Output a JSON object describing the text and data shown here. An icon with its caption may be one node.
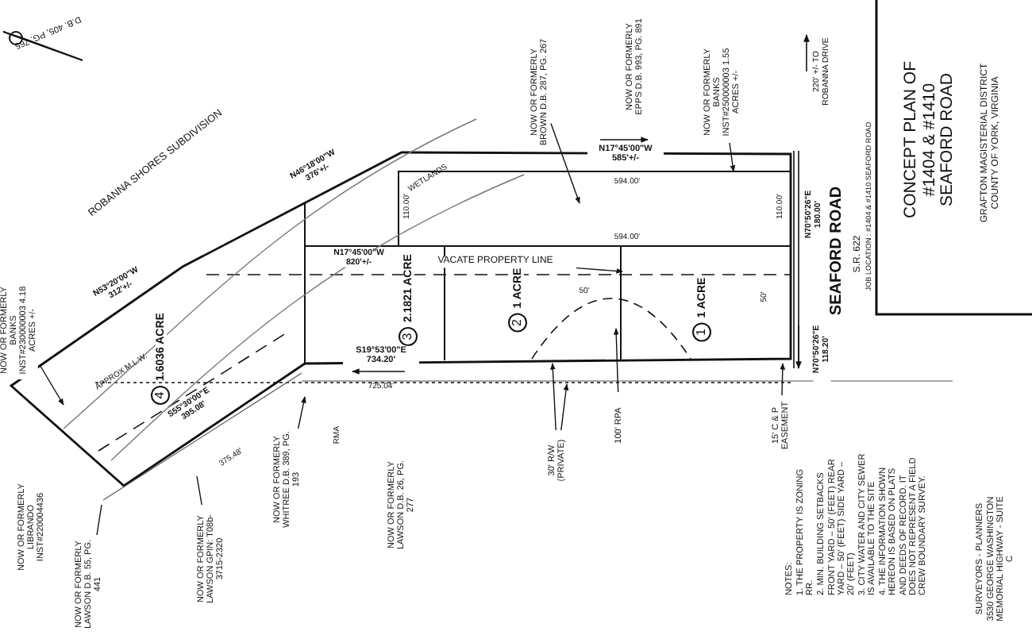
{
  "diagram": {
    "title": "CONCEPT PLAN OF #1404 & #1410 SEAFORD ROAD",
    "nodes": [
      {
        "text": [
          "4",
          "1.6036 ACRE"
        ]
      },
      {
        "text": [
          "3",
          "2.1821 ACRE"
        ]
      },
      {
        "text": [
          "2",
          "1 ACRE"
        ]
      },
      {
        "text": [
          "1",
          "1 ACRE"
        ]
      },
      {
        "text": [
          "NOW OR FORMERLY BANKS INST#230000003 4.18 ACRES +/-"
        ]
      },
      {
        "text": [
          "NOW OR FORMERLY LIBRANDO INST#220004436"
        ]
      },
      {
        "text": [
          "NOW OR FORMERLY LAWSON D.B. 55, PG. 441"
        ]
      },
      {
        "text": [
          "NOW OR FORMERLY LAWSON GPIN: T08b-3715-2320"
        ]
      },
      {
        "text": [
          "NOW OR FORMERLY WHITREE D.B. 389, PG. 193"
        ]
      },
      {
        "text": [
          "NOW OR FORMERLY LAWSON D.B. 26, PG. 277"
        ]
      },
      {
        "text": [
          "NOW OR FORMERLY BROWN D.B. 287, PG. 267"
        ]
      },
      {
        "text": [
          "NOW OR FORMERLY EPPS D.B. 993, PG. 891"
        ]
      },
      {
        "text": [
          "NOW OR FORMERLY BANKS INST#250000003 1.55 ACRES +/-"
        ]
      },
      {
        "text": [
          "VACATE PROPERTY LINE"
        ]
      },
      {
        "text": [
          "30' R/W (PRIVATE)"
        ]
      },
      {
        "text": [
          "100' RPA"
        ]
      },
      {
        "text": [
          "15' C & P EASEMENT"
        ]
      }
    ],
    "edges": [
      {
        "from": 4,
        "to": null,
        "arrow": "to"
      },
      {
        "from": 6,
        "to": null,
        "arrow": "none"
      },
      {
        "from": 7,
        "to": null,
        "arrow": "none"
      },
      {
        "from": 8,
        "to": null,
        "arrow": "to"
      },
      {
        "from": 10,
        "to": null,
        "arrow": "to"
      },
      {
        "from": 12,
        "to": null,
        "arrow": "to"
      },
      {
        "from": 13,
        "to": null,
        "arrow": "to"
      },
      {
        "from": 14,
        "to": null,
        "arrow": "to"
      },
      {
        "from": 14,
        "to": null,
        "arrow": "to"
      },
      {
        "from": 15,
        "to": null,
        "arrow": "to"
      },
      {
        "from": 16,
        "to": null,
        "arrow": "to"
      }
    ],
    "labels": [
      "D.B. 405, PG. 765",
      "ROBANNA SHORES SUBDIVISION",
      "N46°18'00\"W 376'+/-",
      "N53°20'00\"W 312'+/-",
      "WETLANDS",
      "110.00'",
      "N17°45'00\"W 585'+/-",
      "594.00'",
      "594.00'",
      "110.00'",
      "N17°45'00\"W 820'+/-",
      "50'",
      "50'",
      "APPROX M.L.W.",
      "S55°30'00\"E 395.08'",
      "375.48'",
      "S19°53'00\"E 734.20'",
      "725.04'",
      "RMA",
      "SEAFORD ROAD",
      "S.R. 622",
      "N70°50'26\"E 118.20'",
      "N70°50'26\"E 180.00'",
      "JOB LOCATION : #1404 & #1410 SEAFORD ROAD",
      "220' +/- TO ROBANNA DRIVE",
      "GRAFTON MAGISTERIAL DISTRICT COUNTY OF YORK, VIRGINIA",
      "NOTES:",
      "1. THE PROPERTY IS ZONING RR.",
      "2. MIN. BUILDING SETBACKS FRONT YARD – 50' (FEET) REAR YARD – 50' (FEET) SIDE YARD – 20' (FEET)",
      "3. CITY WATER AND CITY SEWER IS AVAILABLE TO THE SITE",
      "4. THE INFORMATION SHOWN HEREON IS BASED ON PLATS AND DEEDS OF RECORD. IT DOES NOT REPRESENT A FIELD CREW BOUNDARY SURVEY.",
      "SURVEYORS - PLANNERS",
      "3530 GEORGE WASHINGTON MEMORIAL HIGHWAY - SUITE C"
    ]
  }
}
